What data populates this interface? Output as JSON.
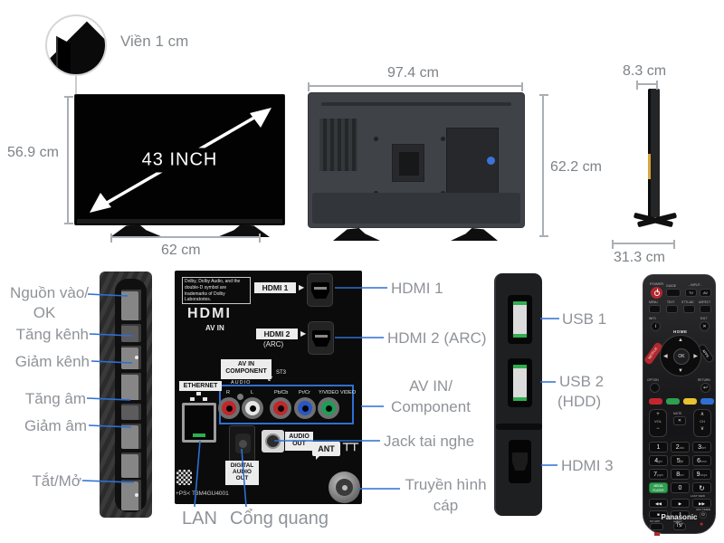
{
  "colors": {
    "accent_blue": "#2e6fd2",
    "label_gray": "#8f9398",
    "dim_gray": "#7d8287"
  },
  "dimensions": {
    "bezel": "Viền 1 cm",
    "diagonal": "43 INCH",
    "front_height": "56.9 cm",
    "stand_width": "62 cm",
    "back_width": "97.4 cm",
    "back_height": "62.2 cm",
    "side_depth": "8.3 cm",
    "side_base": "31.3 cm"
  },
  "side_controls": {
    "items": [
      {
        "line1": "Nguồn vào/",
        "line2": "OK"
      },
      {
        "line1": "Tăng kênh"
      },
      {
        "line1": "Giảm kênh"
      },
      {
        "line1": "Tăng âm"
      },
      {
        "line1": "Giảm âm"
      },
      {
        "line1": "Tắt/Mở"
      }
    ]
  },
  "rear_panel": {
    "dolby_text": "Dolby, Dolby Audio, and the double-D symbol are trademarks of Dolby Laboratories.",
    "hdmi_logo": "HDMI",
    "av_in": "AV IN",
    "hdmi1": "HDMI 1",
    "hdmi2": "HDMI 2",
    "arc": "(ARC)",
    "arrow": "▶",
    "component_line1": "AV IN",
    "component_line2": "COMPONENT",
    "st3": "ST3",
    "st3_arrow": "↙",
    "audio_bracket": "AUDIO",
    "rca_labels": [
      "R",
      "L",
      "Pb/Cb",
      "Pr/Cr",
      "Y/VIDEO",
      "VIDEO"
    ],
    "ethernet": "ETHERNET",
    "audio_out_line1": "AUDIO",
    "audio_out_line2": "OUT",
    "ant": "ANT",
    "ant_glyph": "⊤⊤",
    "digital_line1": "DIGITAL",
    "digital_line2": "AUDIO",
    "digital_line3": "OUT",
    "model_code": "+PS<  T3M4GU4001",
    "lan_label": "LAN",
    "optical_label": "Cổng quang"
  },
  "mid_callouts": {
    "hdmi1": "HDMI 1",
    "hdmi2": "HDMI 2 (ARC)",
    "av_line1": "AV IN/",
    "av_line2": "Component",
    "headphone": "Jack tai nghe",
    "cable_line1": "Truyền hình",
    "cable_line2": "cáp"
  },
  "right_callouts": {
    "usb1": "USB 1",
    "usb2_line1": "USB 2",
    "usb2_line2": "(HDD)",
    "hdmi3": "HDMI 3"
  },
  "remote": {
    "power": "POWER",
    "guide": "GUIDE",
    "input": "- INPUT -",
    "tv": "TV",
    "av": "AV",
    "menu": "MENU",
    "text": "TEXT",
    "sttl": "STTL/AD",
    "aspect": "ASPECT",
    "info": "INFO",
    "info_glyph": "i",
    "exit": "EXIT",
    "exit_glyph": "✕",
    "home": "HOME",
    "netflix": "NETFLIX",
    "apps": "APPS",
    "ok": "OK",
    "up": "▲",
    "down": "▼",
    "left": "◀",
    "right": "▶",
    "option": "OPTION",
    "return": "RETURN",
    "return_glyph": "↩",
    "vol": "VOL",
    "plus": "+",
    "minus": "−",
    "mute": "MUTE",
    "mute_glyph": "✕",
    "ch": "CH",
    "ch_up": "∧",
    "ch_down": "∨",
    "digits": [
      {
        "d": "1",
        "s": ""
      },
      {
        "d": "2",
        "s": "abc"
      },
      {
        "d": "3",
        "s": "def"
      },
      {
        "d": "4",
        "s": "ghi"
      },
      {
        "d": "5",
        "s": "jkl"
      },
      {
        "d": "6",
        "s": "mno"
      },
      {
        "d": "7",
        "s": "pqrs"
      },
      {
        "d": "8",
        "s": "tuv"
      },
      {
        "d": "9",
        "s": "wxyz"
      }
    ],
    "media_player_line1": "MEDIA",
    "media_player_line2": "PLAYER",
    "zero": "0",
    "last_view": "LAST VIEW",
    "last_view_glyph": "↻",
    "rew": "◀◀",
    "play": "▶",
    "ff": "▶▶",
    "stop": "■",
    "pause": "‖",
    "off_timer": "OFF TIMER",
    "off_timer_glyph": "⊙",
    "my_app": "MY APP",
    "ehelp": "eHELP",
    "help_glyph": "?",
    "record_glyph": "●",
    "brand": "Panasonic",
    "brand_sub": "TV"
  }
}
